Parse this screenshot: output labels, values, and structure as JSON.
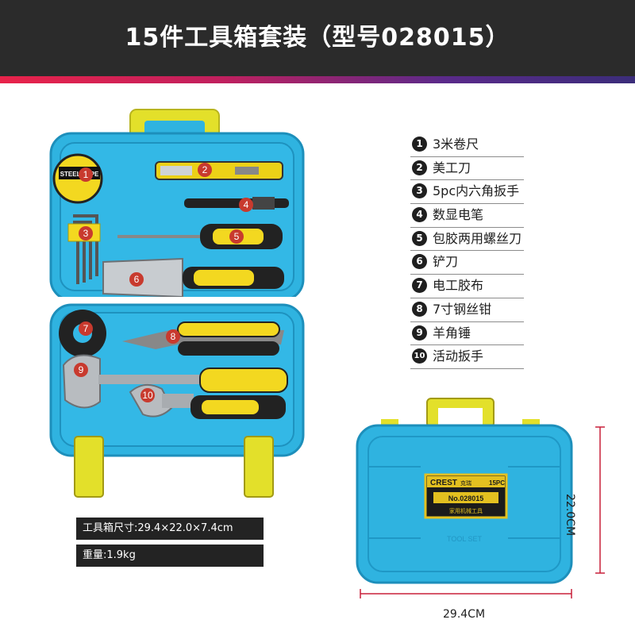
{
  "header": {
    "title": "15件工具箱套装（型号028015）"
  },
  "tools": [
    {
      "num": "1",
      "name": "3米卷尺"
    },
    {
      "num": "2",
      "name": "美工刀"
    },
    {
      "num": "3",
      "name": "5pc内六角扳手"
    },
    {
      "num": "4",
      "name": "数显电笔"
    },
    {
      "num": "5",
      "name": "包胶两用螺丝刀"
    },
    {
      "num": "6",
      "name": "铲刀"
    },
    {
      "num": "7",
      "name": "电工胶布"
    },
    {
      "num": "8",
      "name": "7寸钢丝钳"
    },
    {
      "num": "9",
      "name": "羊角锤"
    },
    {
      "num": "10",
      "name": "活动扳手"
    }
  ],
  "specs": {
    "size": "工具箱尺寸:29.4×22.0×7.4cm",
    "weight": "重量:1.9kg"
  },
  "closed_case": {
    "brand": "CREST",
    "brand_cn": "克瑞",
    "count_badge": "15PC",
    "model": "No.028015",
    "subtitle": "家用机械工具",
    "emboss": "TOOL SET",
    "width_label": "29.4CM",
    "height_label": "22.0CM"
  },
  "tape_label": "STEEL TAPE",
  "colors": {
    "case_blue": "#2fb3e0",
    "handle_yellow": "#e3e02a",
    "header_bg": "#2b2b2b"
  }
}
